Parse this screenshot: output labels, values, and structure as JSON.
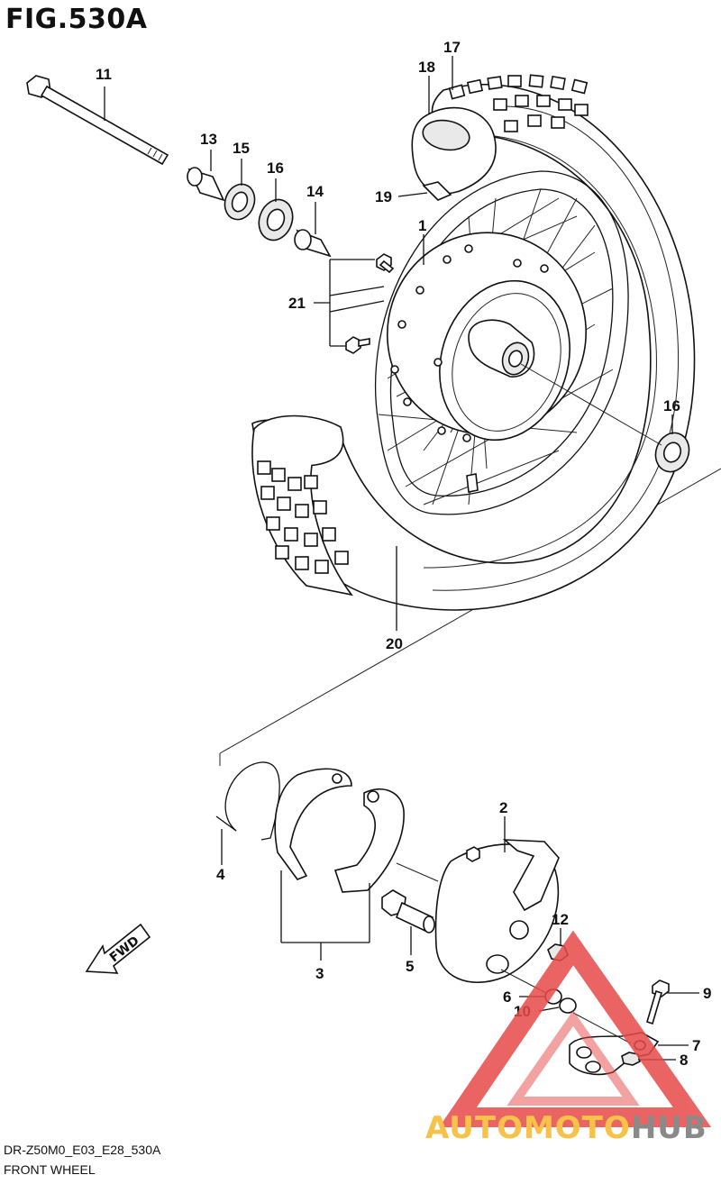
{
  "figure": {
    "title": "FIG.530A",
    "model_code": "DR-Z50M0_E03_E28_530A",
    "name": "FRONT WHEEL"
  },
  "direction_marker": {
    "label": "FWD",
    "icon": "arrow-icon"
  },
  "watermark": {
    "text_a": "AUTOMOTO",
    "text_b": "HUB",
    "colors": {
      "triangle": "#e84a4a",
      "text_a": "#f6c24a",
      "text_b": "#8a8a8a"
    }
  },
  "callouts": {
    "c1": "1",
    "c2": "2",
    "c3": "3",
    "c4": "4",
    "c5": "5",
    "c6": "6",
    "c7": "7",
    "c8": "8",
    "c9": "9",
    "c10": "10",
    "c11": "11",
    "c12": "12",
    "c13": "13",
    "c14": "14",
    "c15": "15",
    "c16a": "16",
    "c16b": "16",
    "c17": "17",
    "c18": "18",
    "c19": "19",
    "c20": "20",
    "c21": "21"
  }
}
